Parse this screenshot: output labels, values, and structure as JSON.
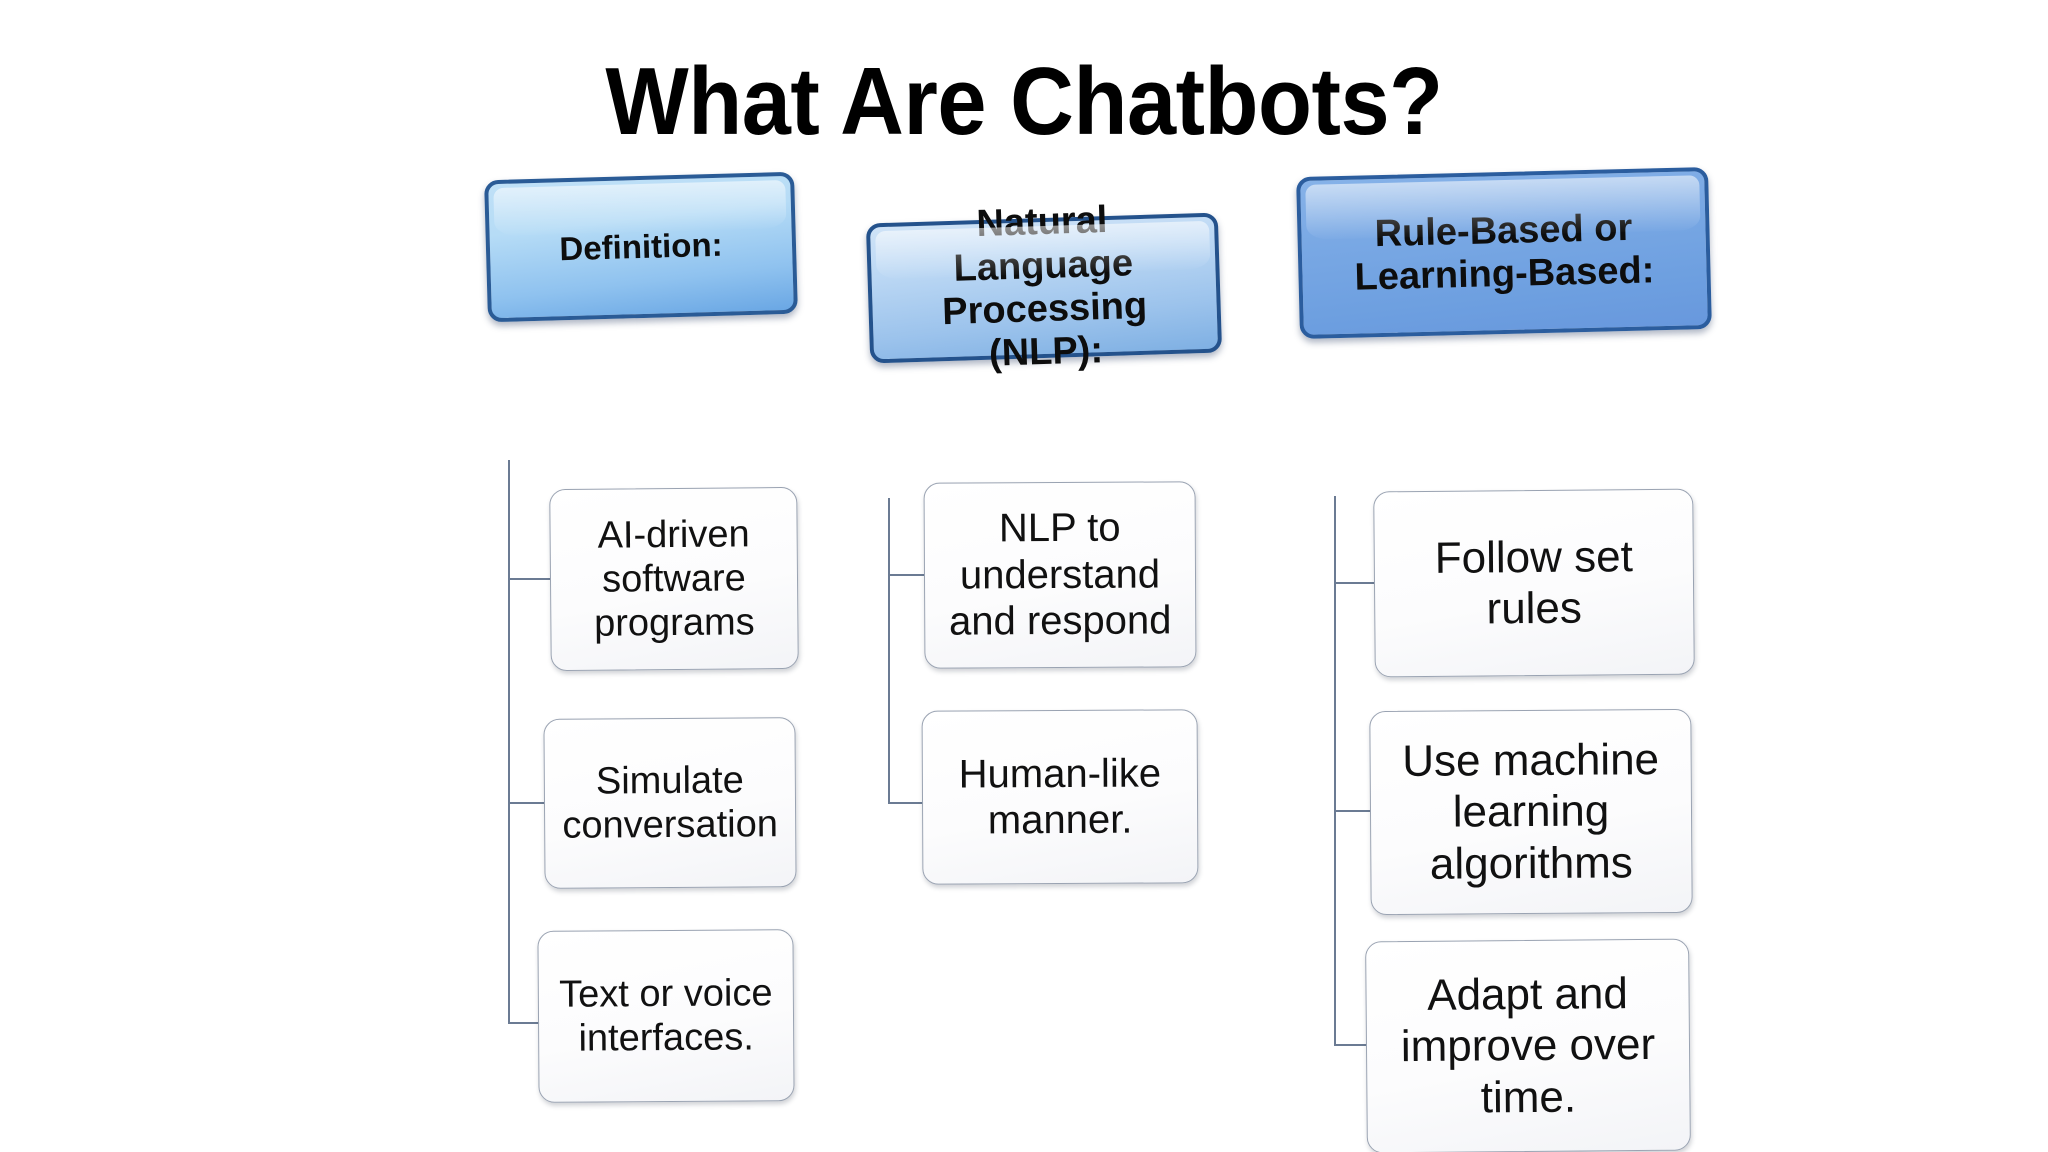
{
  "slide": {
    "title": "What Are Chatbots?",
    "background_color": "#ffffff",
    "title_color": "#000000"
  },
  "palette": {
    "header_light_blue": "#b6dcf6",
    "header_mid_blue": "#9cc3ec",
    "header_strong_blue": "#79a8e4",
    "header_border_blue": "#2a5b96",
    "leaf_fill": "#ffffff",
    "leaf_border": "#9aa3b2",
    "connector_line": "#6b7b93",
    "text_dark": "#111111"
  },
  "columns": [
    {
      "id": "definition",
      "header": "Definition:",
      "leaves": [
        {
          "id": "ai-driven",
          "text": "AI-driven software programs"
        },
        {
          "id": "simulate",
          "text": "Simulate conversation"
        },
        {
          "id": "text-voice",
          "text": "Text or voice interfaces."
        }
      ]
    },
    {
      "id": "nlp",
      "header": "Natural Language Processing (NLP):",
      "leaves": [
        {
          "id": "nlp-understand",
          "text": "NLP to understand and respond"
        },
        {
          "id": "human-like",
          "text": "Human-like manner."
        }
      ]
    },
    {
      "id": "rule-based",
      "header": "Rule-Based or Learning-Based:",
      "leaves": [
        {
          "id": "follow-rules",
          "text": "Follow set rules"
        },
        {
          "id": "machine-learn",
          "text": "Use machine learning algorithms"
        },
        {
          "id": "adapt-improve",
          "text": "Adapt and improve over time."
        }
      ]
    }
  ]
}
